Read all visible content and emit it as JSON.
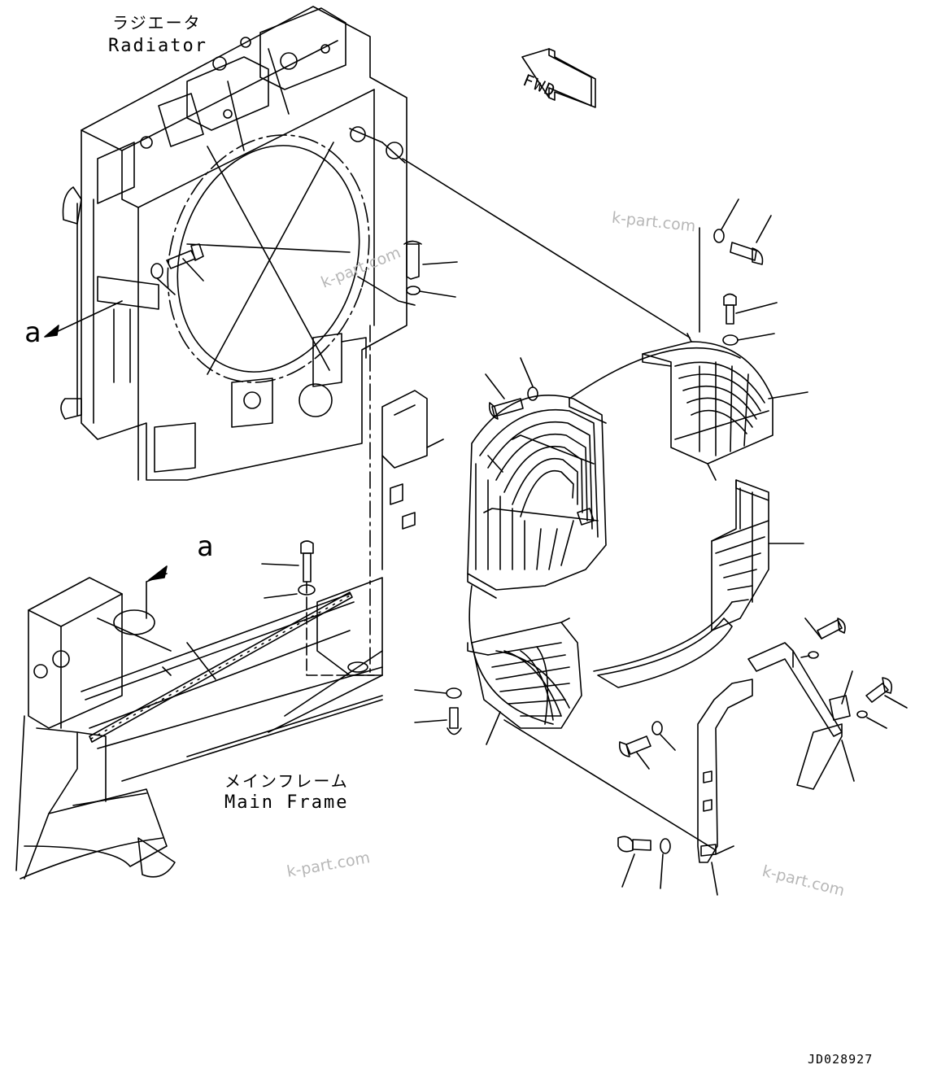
{
  "labels": {
    "radiator_jp": "ラジエータ",
    "radiator_en": "Radiator",
    "frame_jp": "メインフレーム",
    "frame_en": "Main Frame",
    "fwd": "FWD",
    "view_a_1": "a",
    "view_a_2": "a",
    "drawing_number": "JD028927"
  },
  "watermarks": [
    "k-part.com",
    "k-part.com",
    "k-part.com",
    "k-part.com"
  ],
  "colors": {
    "line": "#000000",
    "watermark": "#b7b7b7",
    "background": "#ffffff"
  }
}
